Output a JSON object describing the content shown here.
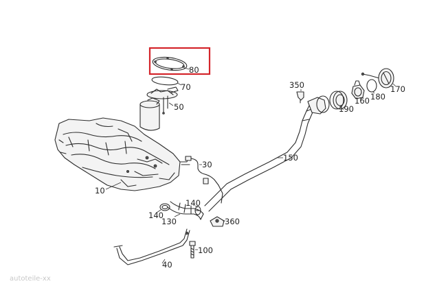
{
  "diagram": {
    "callouts": {
      "c80": "80",
      "c70": "70",
      "c50": "50",
      "c30": "30",
      "c10": "10",
      "c140a": "140",
      "c130": "130",
      "c140b": "140",
      "c360": "360",
      "c100": "100",
      "c40": "40",
      "c150": "150",
      "c350": "350",
      "c190": "190",
      "c160": "160",
      "c180": "180",
      "c170": "170"
    },
    "watermark": "autoteile-xx",
    "highlight_color": "#d4242a"
  }
}
